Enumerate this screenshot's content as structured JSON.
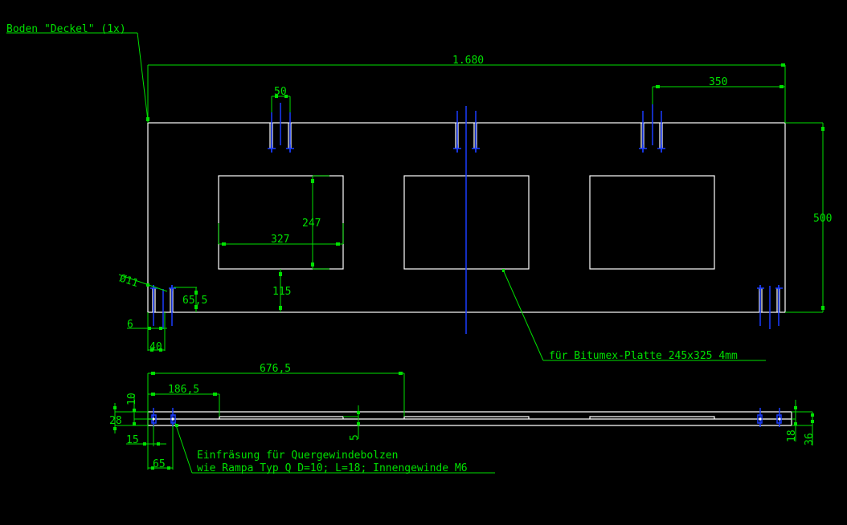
{
  "drawing": {
    "colors": {
      "background": "#000000",
      "outline": "#ffffff",
      "dimension": "#00e000",
      "centerline": "#1a3cff"
    },
    "title_label": "Boden \"Deckel\" (1x)",
    "top_view": {
      "dimensions": {
        "overall_width": "1.680",
        "hole_pair_spacing": "50",
        "edge_to_hole": "350",
        "overall_height": "500",
        "cutout_height": "247",
        "cutout_width": "327",
        "cutout_to_edge": "115",
        "bore_diameter": "Ø11",
        "bore_depth": "65,5",
        "edge_offset": "6",
        "bore_offset": "40"
      },
      "cutout_note": "für Bitumex-Platte 245x325 4mm"
    },
    "side_view": {
      "dimensions": {
        "recess_position": "676,5",
        "recess_start": "186,5",
        "top_offset": "10",
        "thickness_left": "28",
        "hole_offset": "15",
        "hole_spacing": "65",
        "recess_depth": "5",
        "thickness_right_inner": "18",
        "thickness_right_outer": "36"
      },
      "note_line1": "Einfräsung für Quergewindebolzen",
      "note_line2": "wie Rampa Typ Q D=10; L=18; Innengewinde M6"
    }
  }
}
